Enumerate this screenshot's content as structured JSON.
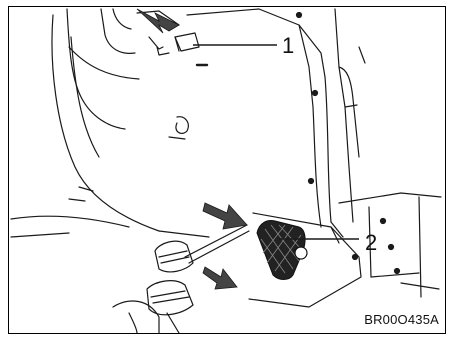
{
  "callouts": {
    "one": "1",
    "two": "2"
  },
  "figure_code": "BR00O435A",
  "colors": {
    "line": "#1a1a1a",
    "arrow_fill": "#444444",
    "pedal_fill": "#222222",
    "background": "#ffffff"
  },
  "icons": {
    "arrow": "right-arrow-icon",
    "pedal": "pedal-pad-icon"
  }
}
